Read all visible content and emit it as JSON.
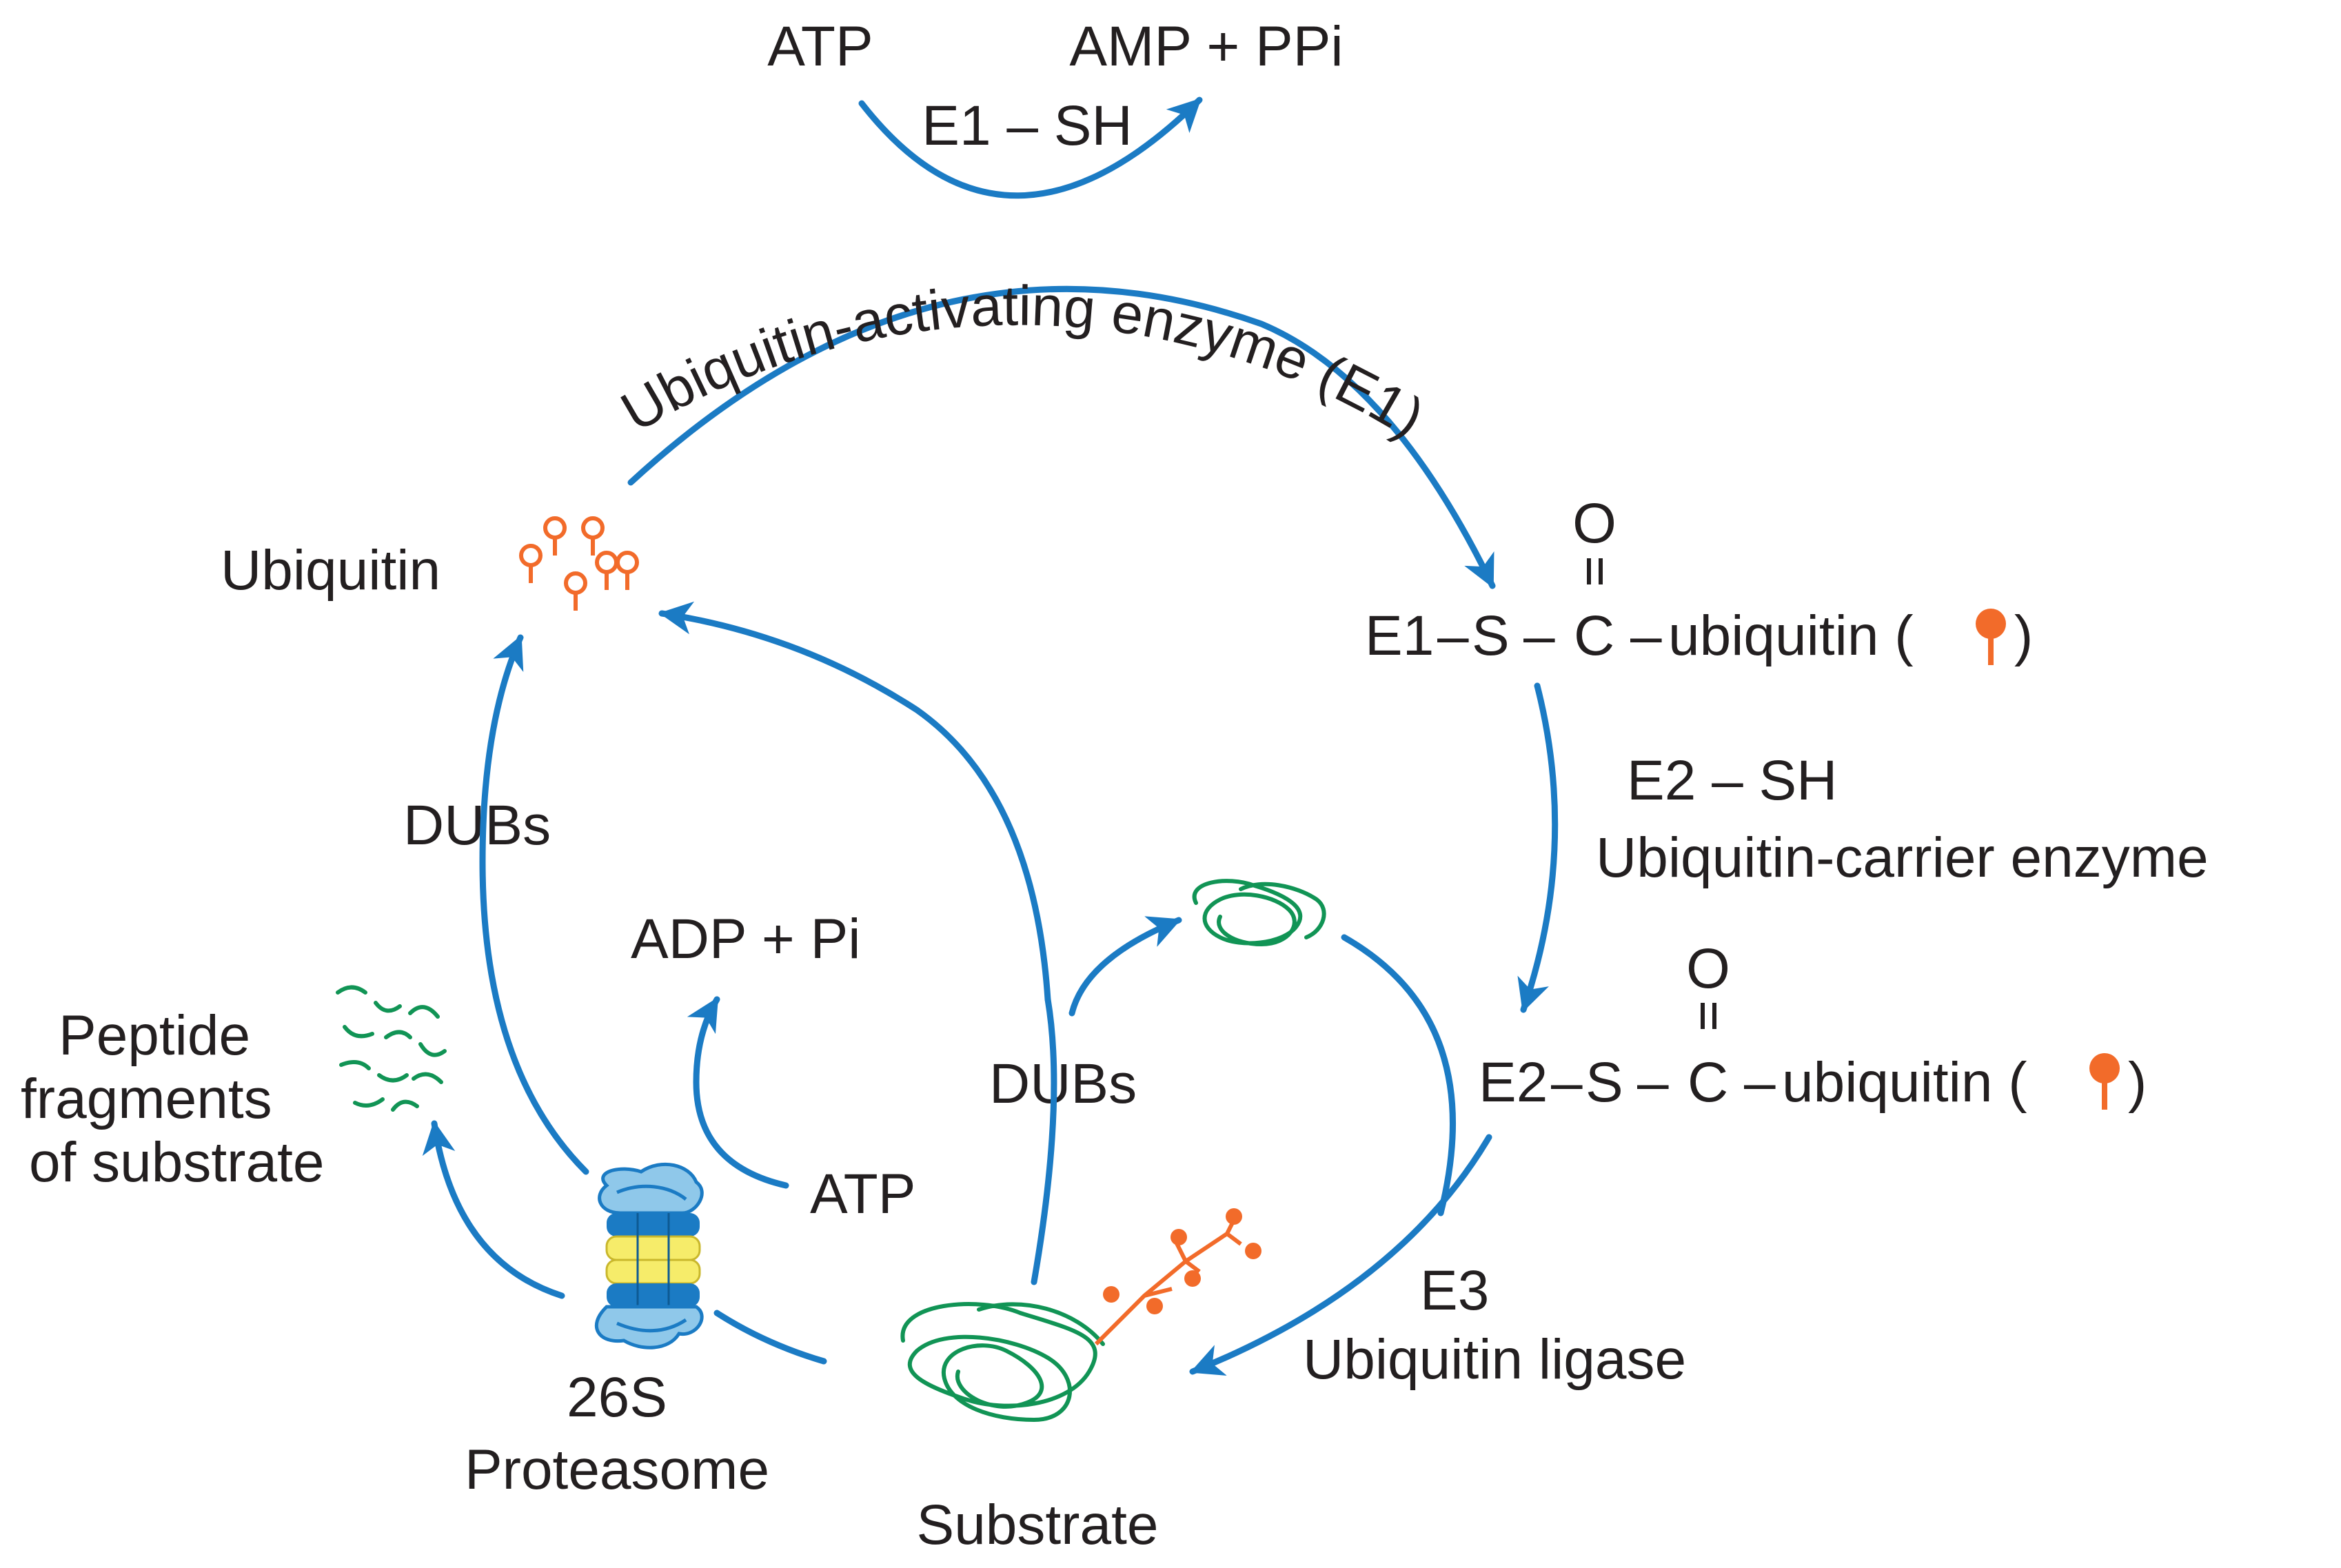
{
  "diagram": {
    "top_atp": "ATP",
    "top_amp_ppi": "AMP + PPi",
    "top_e1_sh": "E1 – SH",
    "e1_name": "Ubiquitin-activating enzyme (E1)",
    "ubiquitin_label": "Ubiquitin",
    "e1_thioester": {
      "e1": "E1",
      "dash1": "–",
      "s": "S",
      "dash2": "–",
      "c": "C",
      "dash3": "–",
      "ubiquitin": "ubiquitin (",
      "close": ")",
      "o": "O"
    },
    "e2_sh": "E2 – SH",
    "e2_name": "Ubiquitin-carrier enzyme",
    "e2_thioester": {
      "e2": "E2",
      "dash1": "–",
      "s": "S",
      "dash2": "–",
      "c": "C",
      "dash3": "–",
      "ubiquitin": "ubiquitin (",
      "close": ")",
      "o": "O"
    },
    "e3": "E3",
    "e3_name": "Ubiquitin ligase",
    "substrate": "Substrate",
    "dubs_left": "DUBs",
    "dubs_center": "DUBs",
    "adp_pi": "ADP + Pi",
    "atp_bottom": "ATP",
    "peptide_line1": "Peptide",
    "peptide_line2": "fragments",
    "peptide_line3": "of substrate",
    "proteasome_line1": "26S",
    "proteasome_line2": "Proteasome",
    "colors": {
      "arrow": "#1b7bc4",
      "ubiquitin": "#f26b2a",
      "substrate": "#119455",
      "proteasome_blue": "#8fc8ea",
      "proteasome_dark": "#1b7bc4",
      "proteasome_yellow": "#f6ec6a"
    }
  }
}
